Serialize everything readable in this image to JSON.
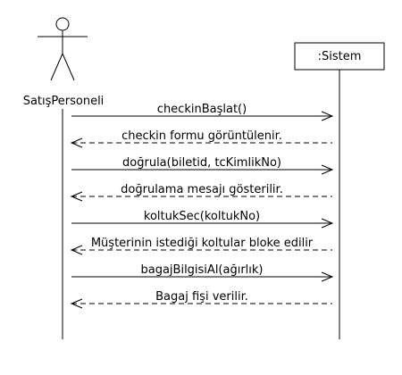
{
  "actor": {
    "name": "SatışPersoneli"
  },
  "system": {
    "name": ":Sistem"
  },
  "messages": [
    {
      "text": "checkinBaşlat()",
      "kind": "call"
    },
    {
      "text": "checkin formu görüntülenir.",
      "kind": "return"
    },
    {
      "text": "doğrula(biletid, tcKimlikNo)",
      "kind": "call"
    },
    {
      "text": "doğrulama mesajı gösterilir.",
      "kind": "return"
    },
    {
      "text": "koltukSec(koltukNo)",
      "kind": "call"
    },
    {
      "text": "Müşterinin istediği koltular bloke edilir",
      "kind": "return"
    },
    {
      "text": "bagajBilgisiAl(ağırlık)",
      "kind": "call"
    },
    {
      "text": "Bagaj fişi verilir.",
      "kind": "return"
    }
  ]
}
